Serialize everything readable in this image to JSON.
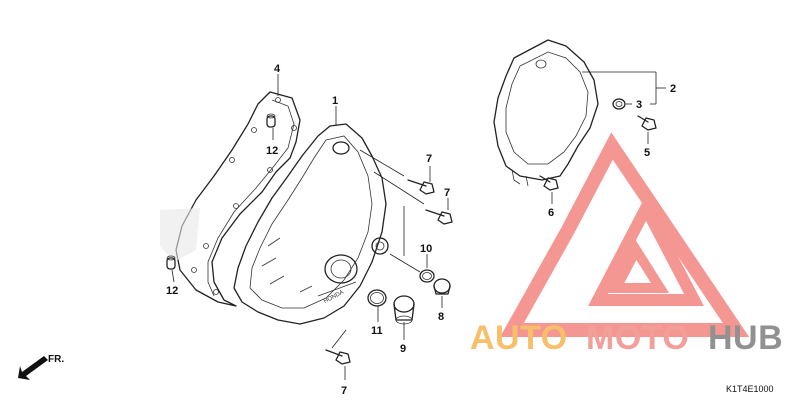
{
  "callouts": {
    "c1": "1",
    "c2": "2",
    "c3": "3",
    "c4": "4",
    "c5": "5",
    "c6": "6",
    "c7a": "7",
    "c7b": "7",
    "c7c": "7",
    "c8": "8",
    "c9": "9",
    "c10": "10",
    "c11": "11",
    "c12a": "12",
    "c12b": "12"
  },
  "direction_label": "FR.",
  "diagram_code": "K1T4E1000",
  "watermark": {
    "word_a": "AUTO",
    "word_b": "MOTO",
    "word_c": "HUB",
    "color_a": "#f6b24a",
    "color_b": "#f08a83",
    "color_c": "#7a7a7a",
    "triangle_color": "#f27f7a"
  }
}
